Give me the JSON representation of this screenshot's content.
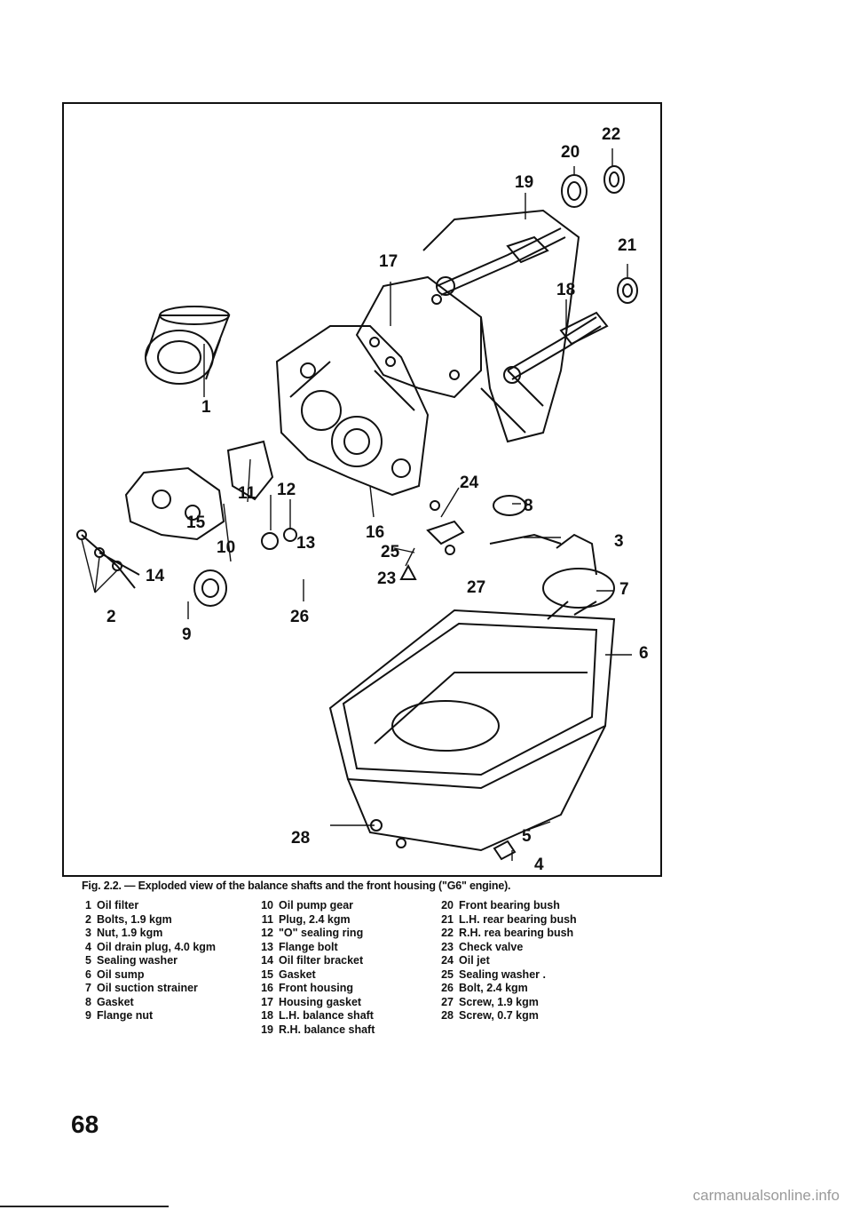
{
  "figure": {
    "callouts": [
      "1",
      "2",
      "3",
      "4",
      "5",
      "6",
      "7",
      "8",
      "9",
      "10",
      "11",
      "12",
      "13",
      "14",
      "15",
      "16",
      "17",
      "18",
      "19",
      "20",
      "21",
      "22",
      "23",
      "24",
      "25",
      "26",
      "27",
      "28"
    ]
  },
  "caption": "Fig. 2.2. — Exploded view of the balance shafts and the front housing (\"G6\" engine).",
  "legend": {
    "col1": [
      {
        "n": "1",
        "text": "Oil filter"
      },
      {
        "n": "2",
        "text": "Bolts, 1.9 kgm"
      },
      {
        "n": "3",
        "text": "Nut, 1.9 kgm"
      },
      {
        "n": "4",
        "text": "Oil drain plug, 4.0 kgm"
      },
      {
        "n": "5",
        "text": "Sealing washer"
      },
      {
        "n": "6",
        "text": "Oil sump"
      },
      {
        "n": "7",
        "text": "Oil suction strainer"
      },
      {
        "n": "8",
        "text": "Gasket"
      },
      {
        "n": "9",
        "text": "Flange nut"
      }
    ],
    "col2": [
      {
        "n": "10",
        "text": "Oil pump gear"
      },
      {
        "n": "11",
        "text": "Plug, 2.4 kgm"
      },
      {
        "n": "12",
        "text": "\"O\" sealing ring"
      },
      {
        "n": "13",
        "text": "Flange bolt"
      },
      {
        "n": "14",
        "text": "Oil filter bracket"
      },
      {
        "n": "15",
        "text": "Gasket"
      },
      {
        "n": "16",
        "text": "Front housing"
      },
      {
        "n": "17",
        "text": "Housing gasket"
      },
      {
        "n": "18",
        "text": "L.H. balance shaft"
      },
      {
        "n": "19",
        "text": "R.H. balance shaft"
      }
    ],
    "col3": [
      {
        "n": "20",
        "text": "Front bearing bush"
      },
      {
        "n": "21",
        "text": "L.H. rear bearing bush"
      },
      {
        "n": "22",
        "text": "R.H. rea bearing bush"
      },
      {
        "n": "23",
        "text": "Check valve"
      },
      {
        "n": "24",
        "text": "Oil jet"
      },
      {
        "n": "25",
        "text": "Sealing washer ."
      },
      {
        "n": "26",
        "text": "Bolt, 2.4 kgm"
      },
      {
        "n": "27",
        "text": "Screw, 1.9 kgm"
      },
      {
        "n": "28",
        "text": "Screw, 0.7 kgm"
      }
    ]
  },
  "page_number": "68",
  "watermark": "carmanualsonline.info"
}
